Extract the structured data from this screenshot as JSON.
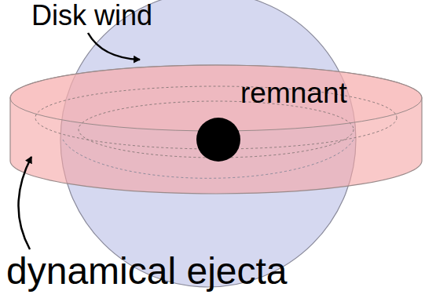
{
  "diagram": {
    "labels": [
      "Disk wind",
      "remnant",
      "dynamical ejecta"
    ]
  }
}
